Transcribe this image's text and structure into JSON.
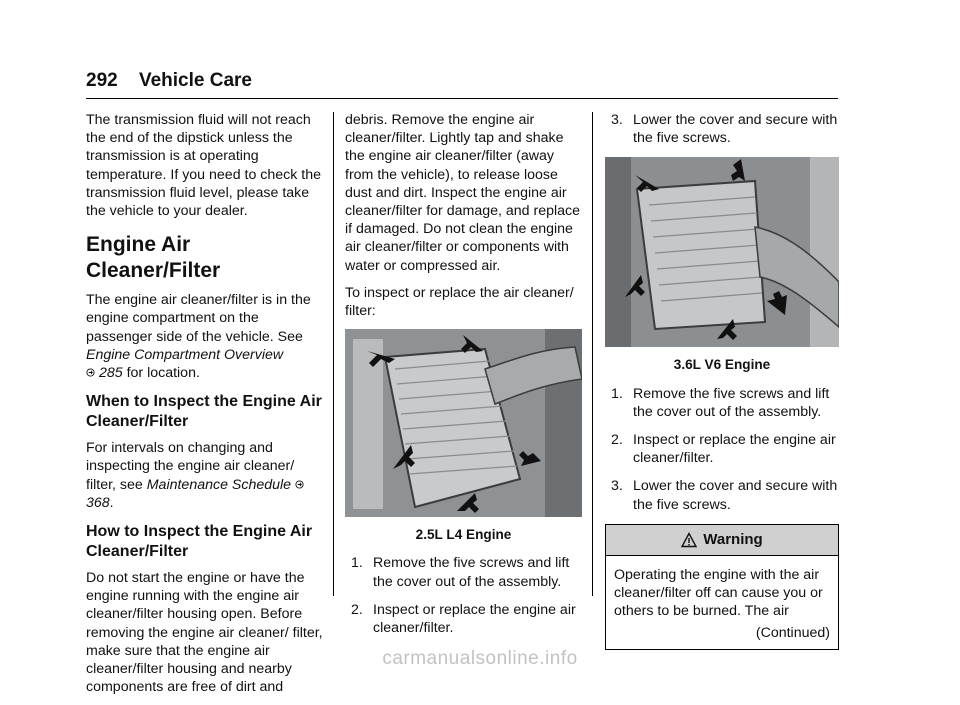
{
  "page": {
    "number": "292",
    "section": "Vehicle Care"
  },
  "col1": {
    "intro": "The transmission fluid will not reach the end of the dipstick unless the transmission is at operating temperature. If you need to check the transmission fluid level, please take the vehicle to your dealer.",
    "heading": "Engine Air Cleaner/Filter",
    "p1_text": "The engine air cleaner/filter is in the engine compartment on the passenger side of the vehicle. See",
    "p1_ref": "Engine Compartment Overview",
    "p1_page": "285",
    "p1_tail": " for location.",
    "sub1": "When to Inspect the Engine Air Cleaner/Filter",
    "p2_text": "For intervals on changing and inspecting the engine air cleaner/ filter, see",
    "p2_ref": "Maintenance Schedule",
    "p2_page": "368",
    "p2_tail": ".",
    "sub2": "How to Inspect the Engine Air Cleaner/Filter",
    "p3": "Do not start the engine or have the engine running with the engine air cleaner/filter housing open. Before removing the engine air cleaner/ filter, make sure that the engine air cleaner/filter housing and nearby components are free of dirt and"
  },
  "col2": {
    "p1": "debris. Remove the engine air cleaner/filter. Lightly tap and shake the engine air cleaner/filter (away from the vehicle), to release loose dust and dirt. Inspect the engine air cleaner/filter for damage, and replace if damaged. Do not clean the engine air cleaner/filter or components with water or compressed air.",
    "p2": "To inspect or replace the air cleaner/ filter:",
    "fig_caption": "2.5L L4 Engine",
    "steps": [
      {
        "num": "1.",
        "text": "Remove the five screws and lift the cover out of the assembly."
      },
      {
        "num": "2.",
        "text": "Inspect or replace the engine air cleaner/filter."
      }
    ]
  },
  "col3": {
    "step_top": {
      "num": "3.",
      "text": "Lower the cover and secure with the five screws."
    },
    "fig_caption": "3.6L V6 Engine",
    "steps": [
      {
        "num": "1.",
        "text": "Remove the five screws and lift the cover out of the assembly."
      },
      {
        "num": "2.",
        "text": "Inspect or replace the engine air cleaner/filter."
      },
      {
        "num": "3.",
        "text": "Lower the cover and secure with the five screws."
      }
    ],
    "warning": {
      "title": "Warning",
      "text": "Operating the engine with the air cleaner/filter off can cause you or others to be burned. The air",
      "continued": "(Continued)"
    }
  },
  "watermark": "carmanualsonline.info",
  "icons": {
    "page_ref": "reference-arrow-icon",
    "warning": "warning-triangle-icon",
    "callout": "callout-arrow-icon"
  }
}
